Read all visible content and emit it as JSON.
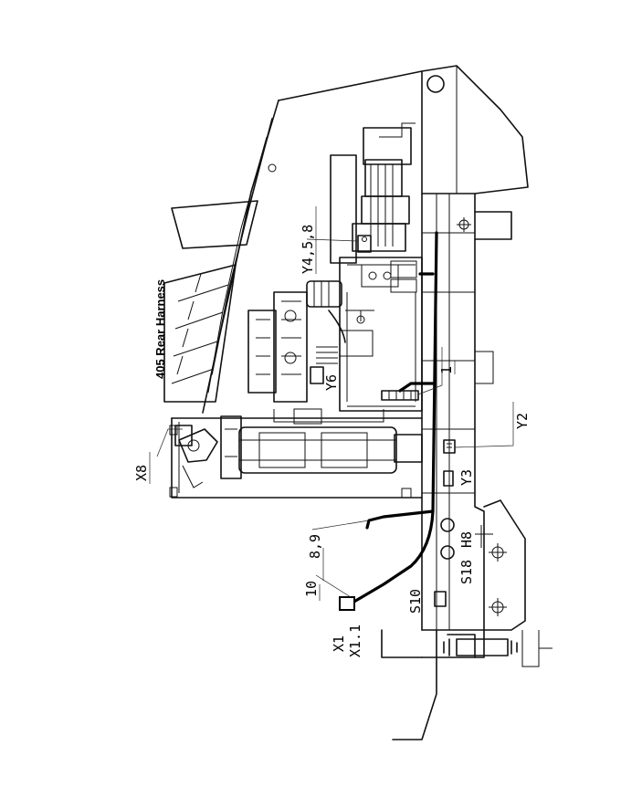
{
  "diagram": {
    "title": "405 Rear Harness",
    "labels": {
      "x8": "X8",
      "y4_5_8": "Y4,5,8",
      "y6": "Y6",
      "one": "1",
      "y2": "Y2",
      "y3": "Y3",
      "ref_8_9": "8,9",
      "h8": "H8",
      "s18": "S18",
      "ref_10": "10",
      "s10": "S10",
      "x1": "X1",
      "x1_1": "X1.1"
    },
    "colors": {
      "ink": "#111111",
      "paper": "#ffffff",
      "harness": "#000000"
    }
  }
}
